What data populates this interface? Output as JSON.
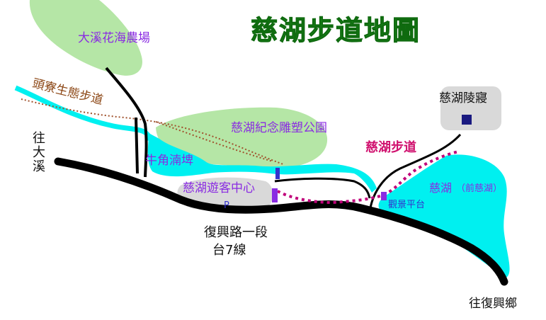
{
  "map": {
    "title": "慈湖步道地圖",
    "labels": {
      "farm": "大溪花海農場",
      "ecotrail": "頭寮生態步道",
      "to_daxi": [
        "往",
        "大",
        "溪"
      ],
      "pond": "牛角湳埤",
      "park": "慈湖紀念雕塑公園",
      "visitor_center": "慈湖遊客中心",
      "parking": "P",
      "road_name": "復興路一段",
      "road_route": "台7線",
      "cihu_trail": "慈湖步道",
      "mausoleum": "慈湖陵寢",
      "lake": "慈湖",
      "lake_note": "（前慈湖）",
      "viewpoint": "觀景平台",
      "to_fuxing": "往復興鄉"
    },
    "colors": {
      "green_area": "#b5e6a6",
      "water": "#00f0f0",
      "gray_area": "#d9d9d9",
      "road": "#000000",
      "trail_dotted": "#c0007a",
      "eco_trail": "#a0522d",
      "marker": "#8a2be2",
      "mausoleum_marker": "#1a1a80"
    }
  }
}
